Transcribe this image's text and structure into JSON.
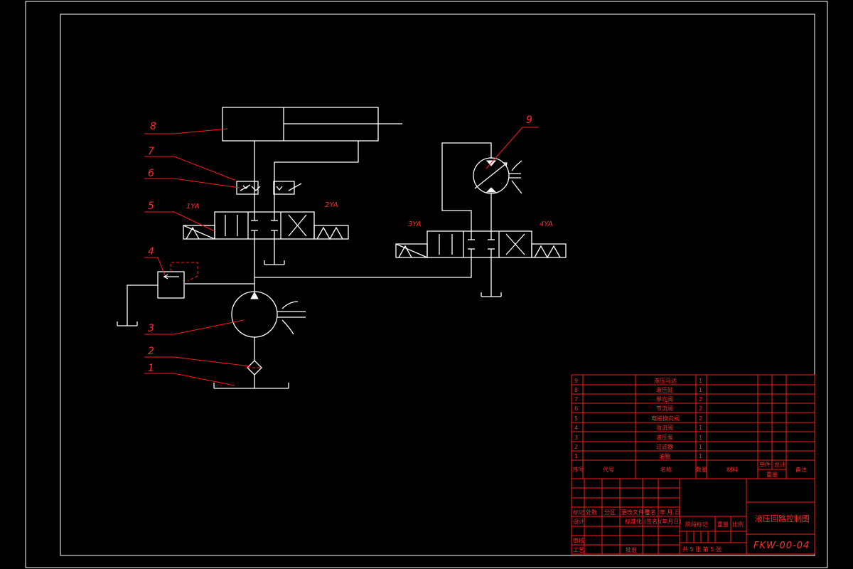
{
  "callouts": [
    "1",
    "2",
    "3",
    "4",
    "5",
    "6",
    "7",
    "8",
    "9"
  ],
  "solenoids": {
    "s1": "1YA",
    "s2": "2YA",
    "s3": "3YA",
    "s4": "4YA"
  },
  "bom": {
    "rows": [
      {
        "no": "9",
        "name": "液压马达",
        "qty": "1"
      },
      {
        "no": "8",
        "name": "液压缸",
        "qty": "1"
      },
      {
        "no": "7",
        "name": "单向阀",
        "qty": "2"
      },
      {
        "no": "6",
        "name": "节流阀",
        "qty": "2"
      },
      {
        "no": "5",
        "name": "电磁换向阀",
        "qty": "2"
      },
      {
        "no": "4",
        "name": "溢流阀",
        "qty": "1"
      },
      {
        "no": "3",
        "name": "液压泵",
        "qty": "1"
      },
      {
        "no": "2",
        "name": "过滤器",
        "qty": "1"
      },
      {
        "no": "1",
        "name": "油箱",
        "qty": "1"
      }
    ],
    "headers": {
      "no": "序号",
      "code": "代号",
      "name": "名称",
      "qty": "数量",
      "material": "材料",
      "single": "单件",
      "total": "总计",
      "weight": "重量",
      "remark": "备注"
    }
  },
  "title_block": {
    "row1": [
      "标记",
      "处数",
      "分区",
      "更改文件号",
      "签名",
      "年.月.日"
    ],
    "design": "设计",
    "standard": "标准化",
    "sign_date": "(签名)(年月日)",
    "stage_mark": "阶段标记",
    "weight": "重量",
    "scale": "比例",
    "review": "审核",
    "process": "工艺",
    "approve": "批准",
    "sheets": "共 5 张  第 5 张",
    "drawing_title": "液压回路控制图",
    "drawing_code": "FKW-00-04"
  },
  "colors": {
    "lines": "#ffffff",
    "annotation": "#ff1a1a",
    "background": "#000000"
  }
}
